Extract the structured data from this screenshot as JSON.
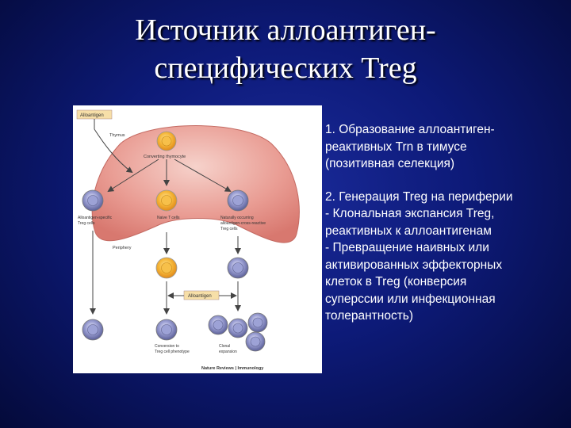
{
  "slide": {
    "title_line1": "Источник аллоантиген-",
    "title_line2": "специфических Treg"
  },
  "text": {
    "point1": [
      "1.  Образование аллоантиген-",
      "реактивных Trn в тимусе",
      "(позитивная селекция)"
    ],
    "point2": [
      "2. Генерация Treg на периферии",
      "-   Клональная экспансия Treg,",
      "реактивных к аллоантигенам",
      "-   Превращение наивных или",
      "активированных эффекторных",
      "клеток  в Treg (конверсия",
      "суперссии или инфекционная",
      "толерантность)"
    ]
  },
  "figure": {
    "alloantigen_top": "Alloantigen",
    "thymus": "Thymus",
    "converting_thymocyte": "Converting thymocyte",
    "left_cell_label": [
      "Alloantigen-specific",
      "Treg cells"
    ],
    "mid_cell_label": "Naive T cells",
    "right_cell_label": [
      "Naturally occurring",
      "alloantigen-cross-reactive",
      "Treg cells"
    ],
    "periphery": "Periphery",
    "alloantigen_mid": "Alloantigen",
    "conversion_label": [
      "Conversion to",
      "Treg cell phenotype"
    ],
    "clonal_label": [
      "Clonal",
      "expansion"
    ],
    "credit": "Nature Reviews | Immunology"
  },
  "colors": {
    "thymus_fill": "#e7948c",
    "orange_cell": "#f2b23a",
    "blue_cell": "#8f94c9",
    "background": "#0d1a78"
  }
}
